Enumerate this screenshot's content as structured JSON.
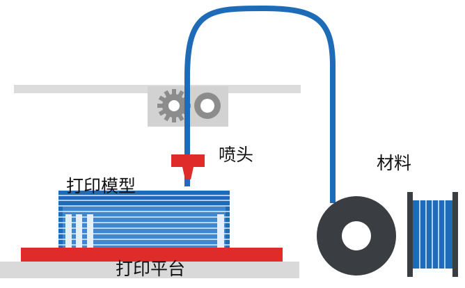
{
  "labels": {
    "nozzle": "喷头",
    "material": "材料",
    "model": "打印模型",
    "platform": "打印平台"
  },
  "colors": {
    "background": "#ffffff",
    "rail": "#dcdcdc",
    "carriage": "#d2d2d2",
    "gear": "#8c8c8c",
    "nozzle": "#e02b2b",
    "filament": "#1e6bb8",
    "model_light": "#3f87d0",
    "model_stripe": "#e4f0fb",
    "platform": "#e02b2b",
    "base": "#d9d9d9",
    "spool": "#3a3d42",
    "label_text": "#111111"
  },
  "icons": {
    "drive_gear": "gear-icon",
    "idler_wheel": "idler-wheel-icon",
    "spool_front": "spool-icon",
    "spool_side": "spool-side-icon"
  }
}
